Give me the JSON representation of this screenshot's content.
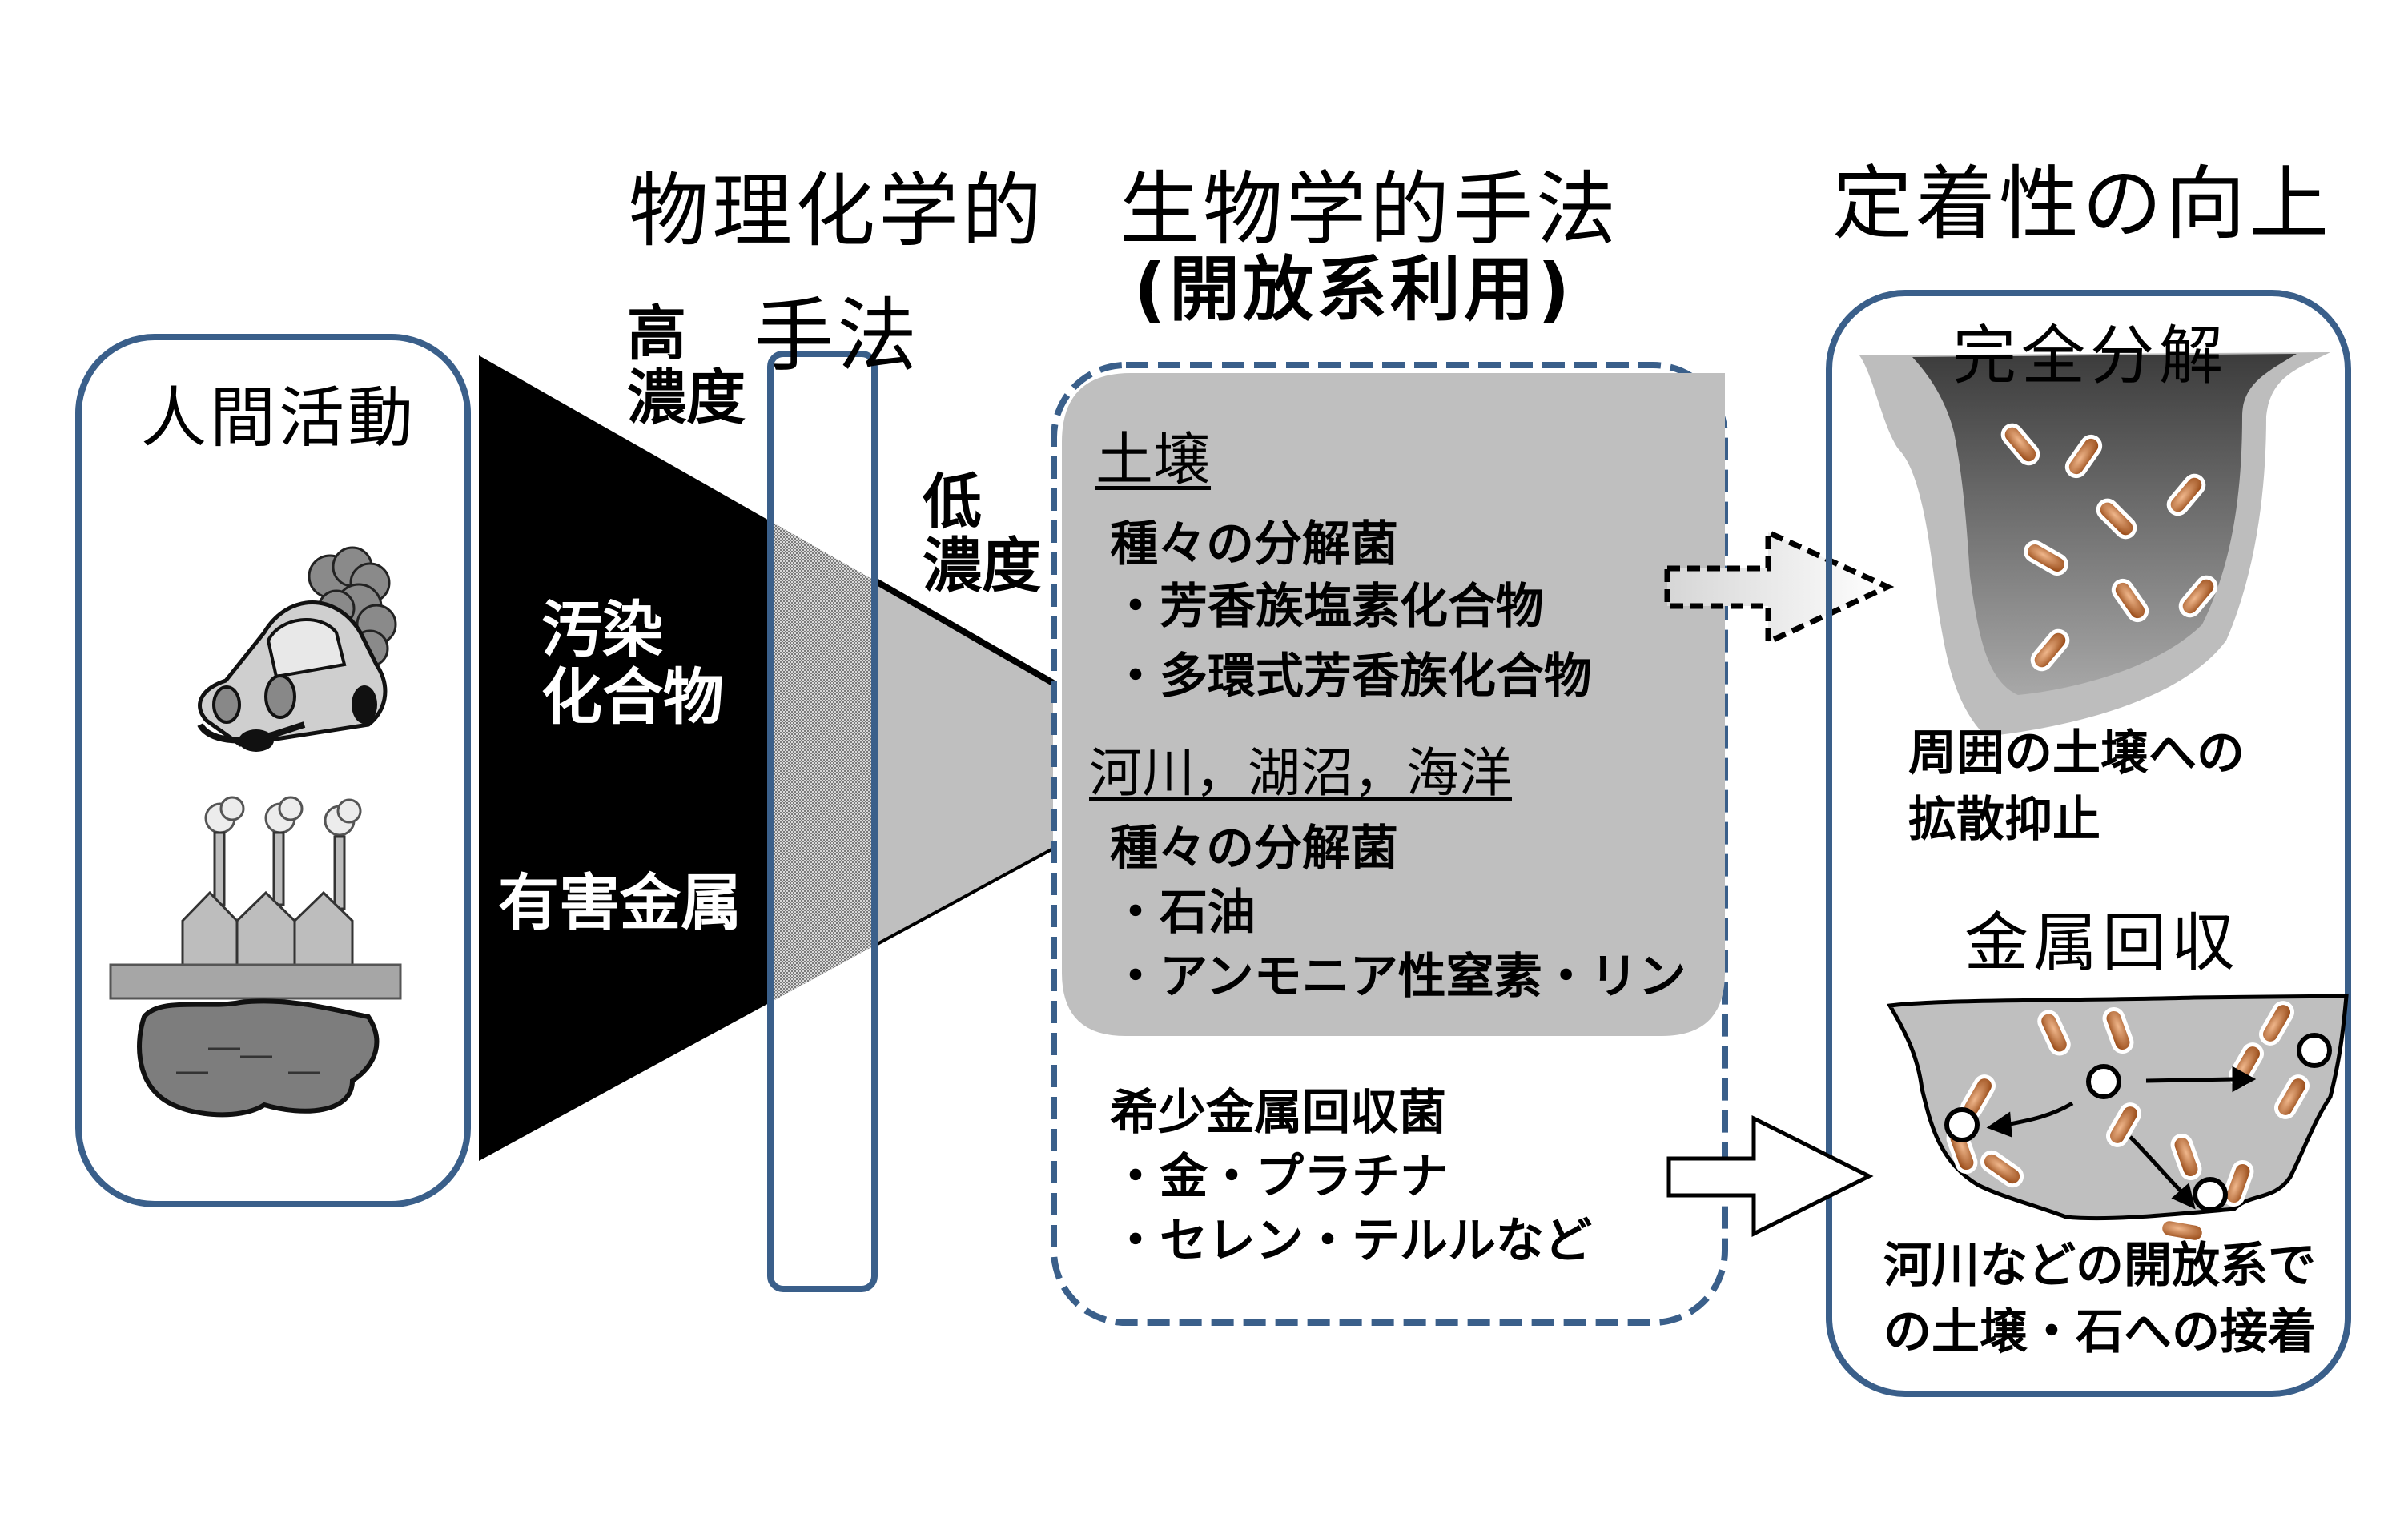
{
  "colors": {
    "frame": "#3a5f8a",
    "soil_gray": "#bfbfbf",
    "pollutant_black": "#000000",
    "bacteria": "#b8682f"
  },
  "columns": {
    "human": {
      "title": "人間活動",
      "icons": [
        "car-icon",
        "factory-icon"
      ]
    },
    "physchem": {
      "title_line1": "物理化学的",
      "title_line2": "手法"
    },
    "bio": {
      "title_line1": "生物学的手法",
      "title_line2": "(開放系利用)"
    },
    "fixation": {
      "title": "定着性の向上"
    }
  },
  "concentration": {
    "high_line1": "高",
    "high_line2": "濃度",
    "low_line1": "低",
    "low_line2": "濃度"
  },
  "pollutants": {
    "line1": "汚染",
    "line2": "化合物",
    "metals": "有害金属"
  },
  "bio_box": {
    "soil": {
      "heading": "土壌",
      "subheading": "種々の分解菌",
      "items": [
        "・芳香族塩素化合物",
        "・多環式芳香族化合物"
      ]
    },
    "water": {
      "heading": "河川，湖沼，海洋",
      "subheading": "種々の分解菌",
      "items": [
        "・石油",
        "・アンモニア性窒素・リン"
      ]
    },
    "metal": {
      "heading": "希少金属回収菌",
      "items": [
        "・金・プラチナ",
        "・セレン・テルルなど"
      ]
    }
  },
  "fixation_box": {
    "degradation": {
      "title": "完全分解",
      "caption_line1": "周囲の土壌への",
      "caption_line2": "拡散抑止"
    },
    "recovery": {
      "title": "金属回収",
      "caption_line1": "河川などの開放系で",
      "caption_line2": "の土壌・石への接着"
    }
  }
}
